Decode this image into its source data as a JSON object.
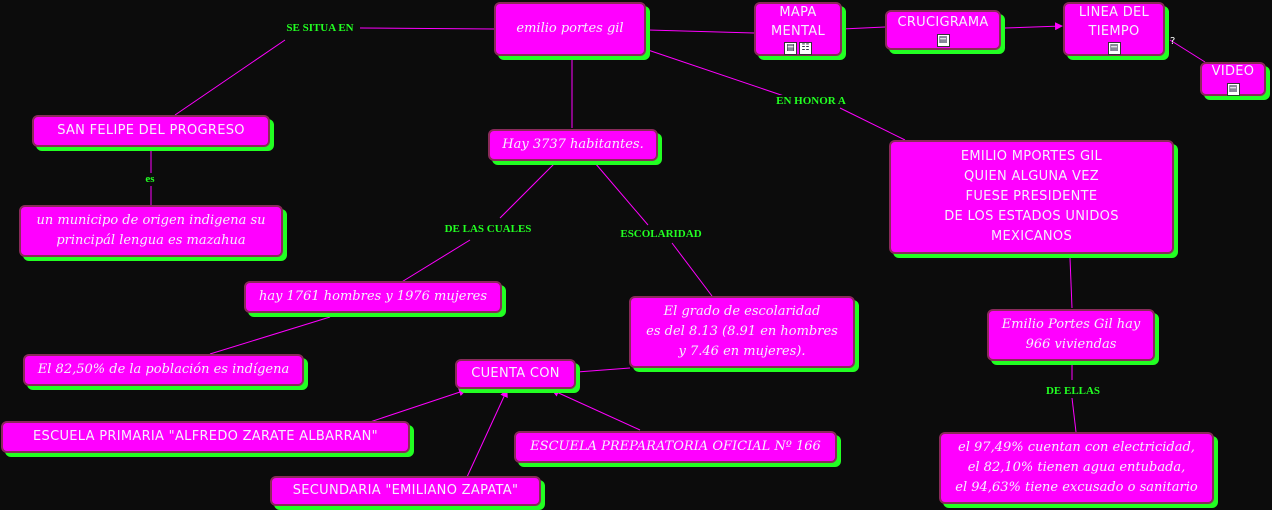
{
  "nodes": {
    "root": "emilio portes gil",
    "mapa": "MAPA\nMENTAL",
    "cruci": "CRUCIGRAMA",
    "linea": "LINEA DEL\nTIEMPO",
    "video": "VIDEO",
    "sanfelipe": "SAN FELIPE DEL PROGRESO",
    "municipio": "un municipo de origen indigena su\nprincipál lengua es mazahua",
    "habitantes": "Hay 3737 habitantes.",
    "emilio_honor": "EMILIO MPORTES GIL\nQUIEN ALGUNA VEZ\nFUESE  PRESIDENTE\nDE LOS ESTADOS UNIDOS\nMEXICANOS",
    "hombres": "hay 1761 hombres y 1976 mujeres",
    "escolaridad": "El grado de escolaridad\nes del 8.13 (8.91 en hombres\ny 7.46 en mujeres).",
    "indigena": "El 82,50% de la población es indígena",
    "cuenta": "CUENTA CON",
    "viviendas": "Emilio Portes Gil hay\n966 viviendas",
    "primaria": "ESCUELA PRIMARIA \"ALFREDO ZARATE ALBARRAN\"",
    "preparatoria": "ESCUELA PREPARATORIA OFICIAL Nº 166",
    "secundaria": "SECUNDARIA \"EMILIANO ZAPATA\"",
    "servicios": "el 97,49% cuentan con electricidad,\nel 82,10% tienen agua entubada,\nel 94,63% tiene excusado o sanitario"
  },
  "link_labels": {
    "situa": "SE SITUA EN",
    "es": "es",
    "honor": "EN HONOR A",
    "cuales": "DE LAS CUALES",
    "escolaridad": "ESCOLARIDAD",
    "ellas": "DE ELLAS"
  },
  "icons": {
    "mapa": [
      "document-icon",
      "hierarchy-icon"
    ],
    "cruci": [
      "document-icon"
    ],
    "linea": [
      "document-icon"
    ],
    "video": [
      "document-icon"
    ]
  },
  "misc": {
    "question_mark": "?",
    "dots": "...."
  },
  "colors": {
    "background": "#0c0c0c",
    "node": "#ff00ff",
    "shadow": "#22ff22",
    "line": "#ff00ff",
    "label": "#22ff22"
  }
}
